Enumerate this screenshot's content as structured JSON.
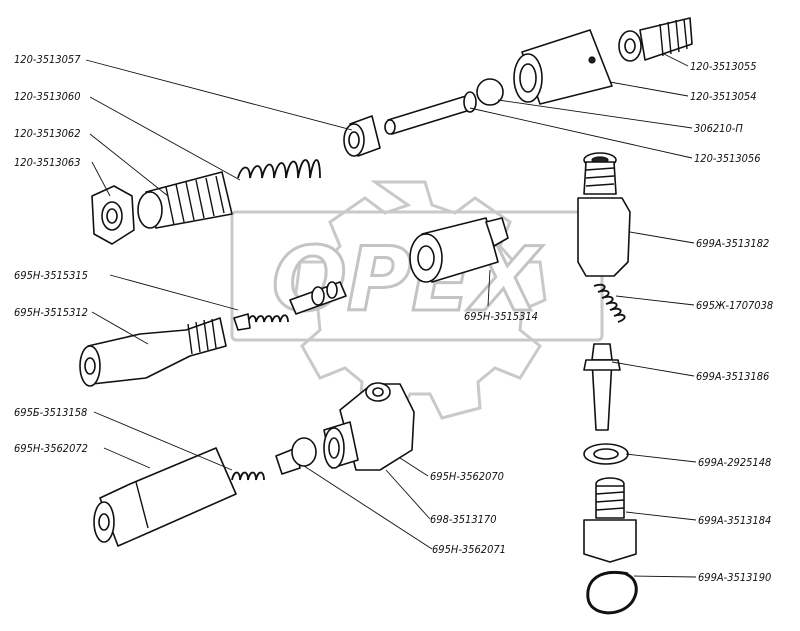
{
  "watermark": {
    "text": "OPEX"
  },
  "callouts": [
    {
      "id": "c1",
      "label": "120-3513057"
    },
    {
      "id": "c2",
      "label": "120-3513060"
    },
    {
      "id": "c3",
      "label": "120-3513062"
    },
    {
      "id": "c4",
      "label": "120-3513063"
    },
    {
      "id": "c5",
      "label": "120-3513055"
    },
    {
      "id": "c6",
      "label": "120-3513054"
    },
    {
      "id": "c7",
      "label": "306210-П"
    },
    {
      "id": "c8",
      "label": "120-3513056"
    },
    {
      "id": "c9",
      "label": "699А-3513182"
    },
    {
      "id": "c10",
      "label": "695Н-3515315"
    },
    {
      "id": "c11",
      "label": "695Н-3515312"
    },
    {
      "id": "c12",
      "label": "695Н-3515314"
    },
    {
      "id": "c13",
      "label": "695Ж-1707038"
    },
    {
      "id": "c14",
      "label": "699А-3513186"
    },
    {
      "id": "c15",
      "label": "695Б-3513158"
    },
    {
      "id": "c16",
      "label": "695Н-3562072"
    },
    {
      "id": "c17",
      "label": "699А-2925148"
    },
    {
      "id": "c18",
      "label": "695Н-3562070"
    },
    {
      "id": "c19",
      "label": "699А-3513184"
    },
    {
      "id": "c20",
      "label": "698-3513170"
    },
    {
      "id": "c21",
      "label": "699А-3513190"
    },
    {
      "id": "c22",
      "label": "695Н-3562071"
    }
  ]
}
